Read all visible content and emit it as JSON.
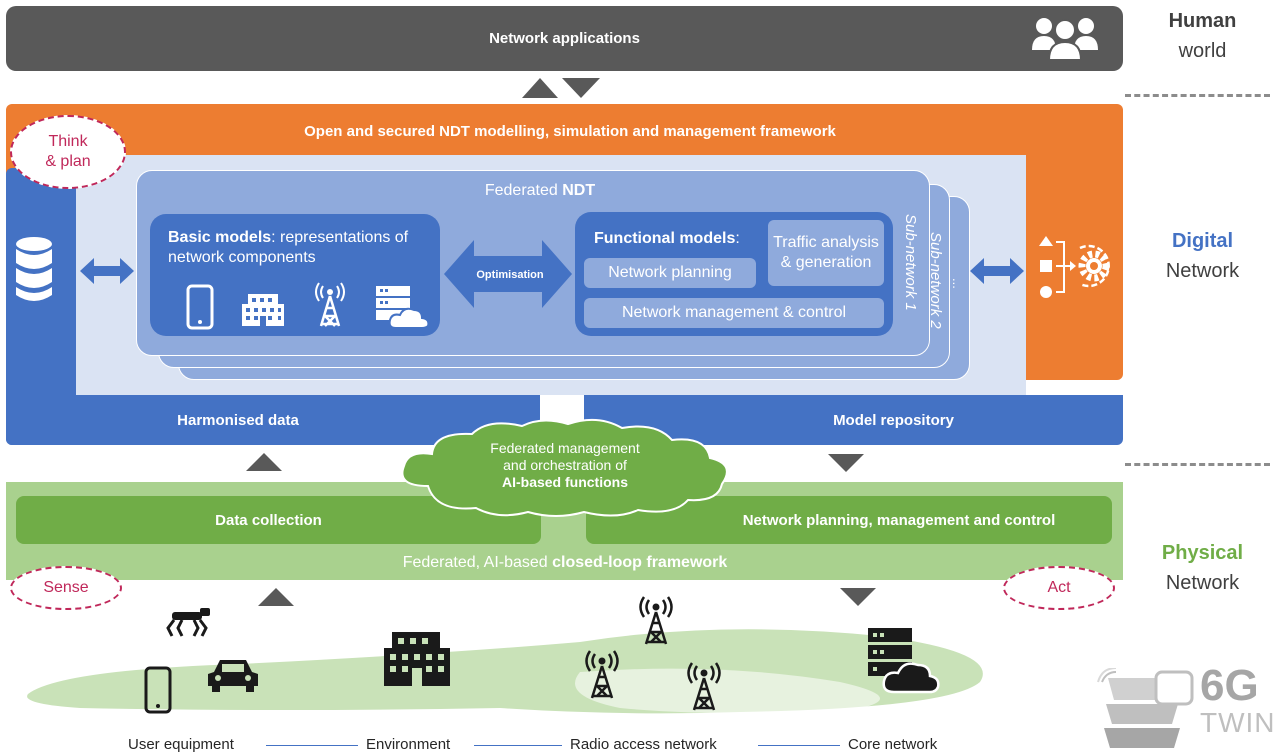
{
  "layers": {
    "human": {
      "bold": "Human",
      "regular": "world"
    },
    "digital": {
      "bold": "Digital",
      "regular": "Network"
    },
    "physical": {
      "bold": "Physical",
      "regular": "Network"
    }
  },
  "top_bar": {
    "label": "Network applications"
  },
  "framework": {
    "label": "Open and secured NDT modelling, simulation and management framework"
  },
  "think_plan": {
    "line1": "Think",
    "line2": "& plan"
  },
  "federated_ndt": {
    "prefix": "Federated ",
    "bold": "NDT"
  },
  "basic_models": {
    "bold": "Basic models",
    "rest": ": representations of network components"
  },
  "optimisation": "Optimisation",
  "functional_models": {
    "bold": "Functional models",
    "colon": ":",
    "network_planning": "Network planning",
    "traffic": "Traffic analysis & generation",
    "management": "Network management & control"
  },
  "subnetworks": {
    "one": "Sub-network 1",
    "two": "Sub-network 2",
    "more": "..."
  },
  "harmonised_data": "Harmonised data",
  "model_repository": "Model repository",
  "cloud": {
    "line1": "Federated management",
    "line2": "and orchestration of",
    "line3": "AI-based functions"
  },
  "data_collection": "Data collection",
  "network_pmc": "Network planning, management and control",
  "closed_loop": {
    "prefix": "Federated, AI-based ",
    "bold": "closed-loop framework"
  },
  "sense": "Sense",
  "act": "Act",
  "bottom_labels": [
    "User equipment",
    "Environment",
    "Radio access network",
    "Core network"
  ],
  "logo": {
    "big": "6G",
    "small": "TWIN"
  },
  "colors": {
    "top_bar": "#595959",
    "orange": "#ed7d31",
    "blue": "#4472c4",
    "light_blue": "#8faadc",
    "pale_blue": "#dae3f3",
    "green": "#70ad47",
    "light_green": "#a9d18e",
    "magenta": "#c0285a"
  }
}
